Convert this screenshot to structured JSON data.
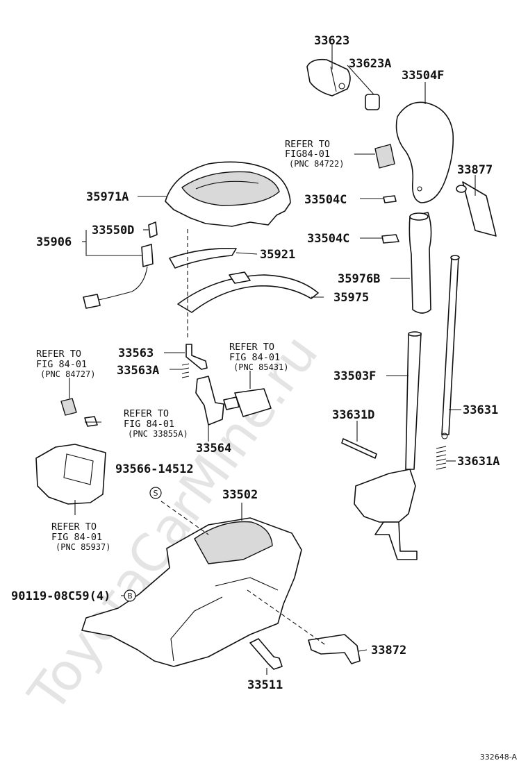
{
  "watermark": "ToyotaCarMine.ru",
  "diagram_code": "332648-A",
  "labels": {
    "p33623": "33623",
    "p33623A": "33623A",
    "p33504F": "33504F",
    "p33877": "33877",
    "p35971A": "35971A",
    "p33504C_top": "33504C",
    "p33504C_mid": "33504C",
    "p33550D": "33550D",
    "p35906": "35906",
    "p35921": "35921",
    "p35976B": "35976B",
    "p35975": "35975",
    "p33563": "33563",
    "p33563A": "33563A",
    "p33564": "33564",
    "p33503F": "33503F",
    "p33631": "33631",
    "p33631D": "33631D",
    "p33631A": "33631A",
    "p93566": "93566-14512",
    "p33502": "33502",
    "p90119": "90119-08C59(4)",
    "p33872": "33872",
    "p33511": "33511",
    "marker_s": "S",
    "marker_b": "B"
  },
  "refs": {
    "ref_84722": {
      "line1": "REFER TO",
      "line2": "FIG84-01",
      "line3": "(PNC 84722)"
    },
    "ref_84727": {
      "line1": "REFER TO",
      "line2": "FIG 84-01",
      "line3": "(PNC 84727)"
    },
    "ref_85431": {
      "line1": "REFER TO",
      "line2": "FIG 84-01",
      "line3": "(PNC 85431)"
    },
    "ref_33855A": {
      "line1": "REFER TO",
      "line2": "FIG 84-01",
      "line3": "(PNC 33855A)"
    },
    "ref_85937": {
      "line1": "REFER TO",
      "line2": "FIG 84-01",
      "line3": "(PNC 85937)"
    }
  }
}
